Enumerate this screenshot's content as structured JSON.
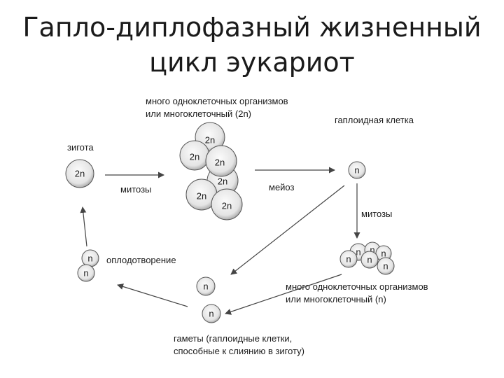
{
  "title": {
    "line1": "Гапло-диплофазный жизненный",
    "line2": "цикл эукариот"
  },
  "labels": {
    "diploid_orgs_line1": "много одноклеточных организмов",
    "diploid_orgs_line2": "или многоклеточный (2n)",
    "haploid_cell": "гаплоидная клетка",
    "zygote": "зигота",
    "mitoses_left": "митозы",
    "meiosis": "мейоз",
    "mitoses_right": "митозы",
    "fertilization": "оплодотворение",
    "haploid_orgs_line1": "много одноклеточных организмов",
    "haploid_orgs_line2": "или многоклеточный (n)",
    "gametes_line1": "гаметы (гаплоидные клетки,",
    "gametes_line2": "способные к слиянию в зиготу)"
  },
  "ploidy": {
    "diploid": "2n",
    "haploid": "n"
  },
  "colors": {
    "cell_fill_light": "#f7f7f7",
    "cell_fill_dark": "#9a9a9a",
    "stroke": "#555555"
  }
}
